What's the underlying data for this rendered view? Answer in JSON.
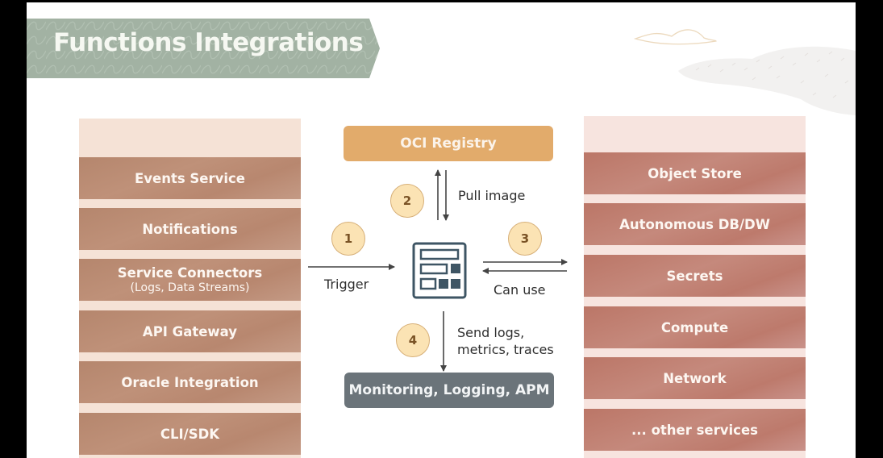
{
  "slide": {
    "title": "Functions Integrations",
    "colors": {
      "banner": "#a2b2a3",
      "left_column_bg": "#f5e2d6",
      "left_item": "#b98a72",
      "right_column_bg": "#f7e4df",
      "right_item": "#c07f70",
      "registry": "#e2ab6b",
      "monitoring": "#6b747a",
      "step_circle": "#fbe3b4",
      "icon": "#3e5564"
    }
  },
  "left_services": [
    {
      "label": "Events Service"
    },
    {
      "label": "Notifications"
    },
    {
      "label": "Service Connectors",
      "sub": "(Logs, Data Streams)"
    },
    {
      "label": "API Gateway"
    },
    {
      "label": "Oracle Integration"
    },
    {
      "label": "CLI/SDK"
    }
  ],
  "right_services": [
    {
      "label": "Object Store"
    },
    {
      "label": "Autonomous DB/DW"
    },
    {
      "label": "Secrets"
    },
    {
      "label": "Compute"
    },
    {
      "label": "Network"
    },
    {
      "label": "... other services"
    }
  ],
  "center": {
    "registry_label": "OCI Registry",
    "monitoring_label": "Monitoring, Logging, APM",
    "function_icon": "function-app-icon",
    "steps": [
      {
        "number": "1",
        "label": "Trigger"
      },
      {
        "number": "2",
        "label": "Pull image"
      },
      {
        "number": "3",
        "label": "Can use"
      },
      {
        "number": "4",
        "label_line1": "Send logs,",
        "label_line2": "metrics, traces"
      }
    ]
  }
}
